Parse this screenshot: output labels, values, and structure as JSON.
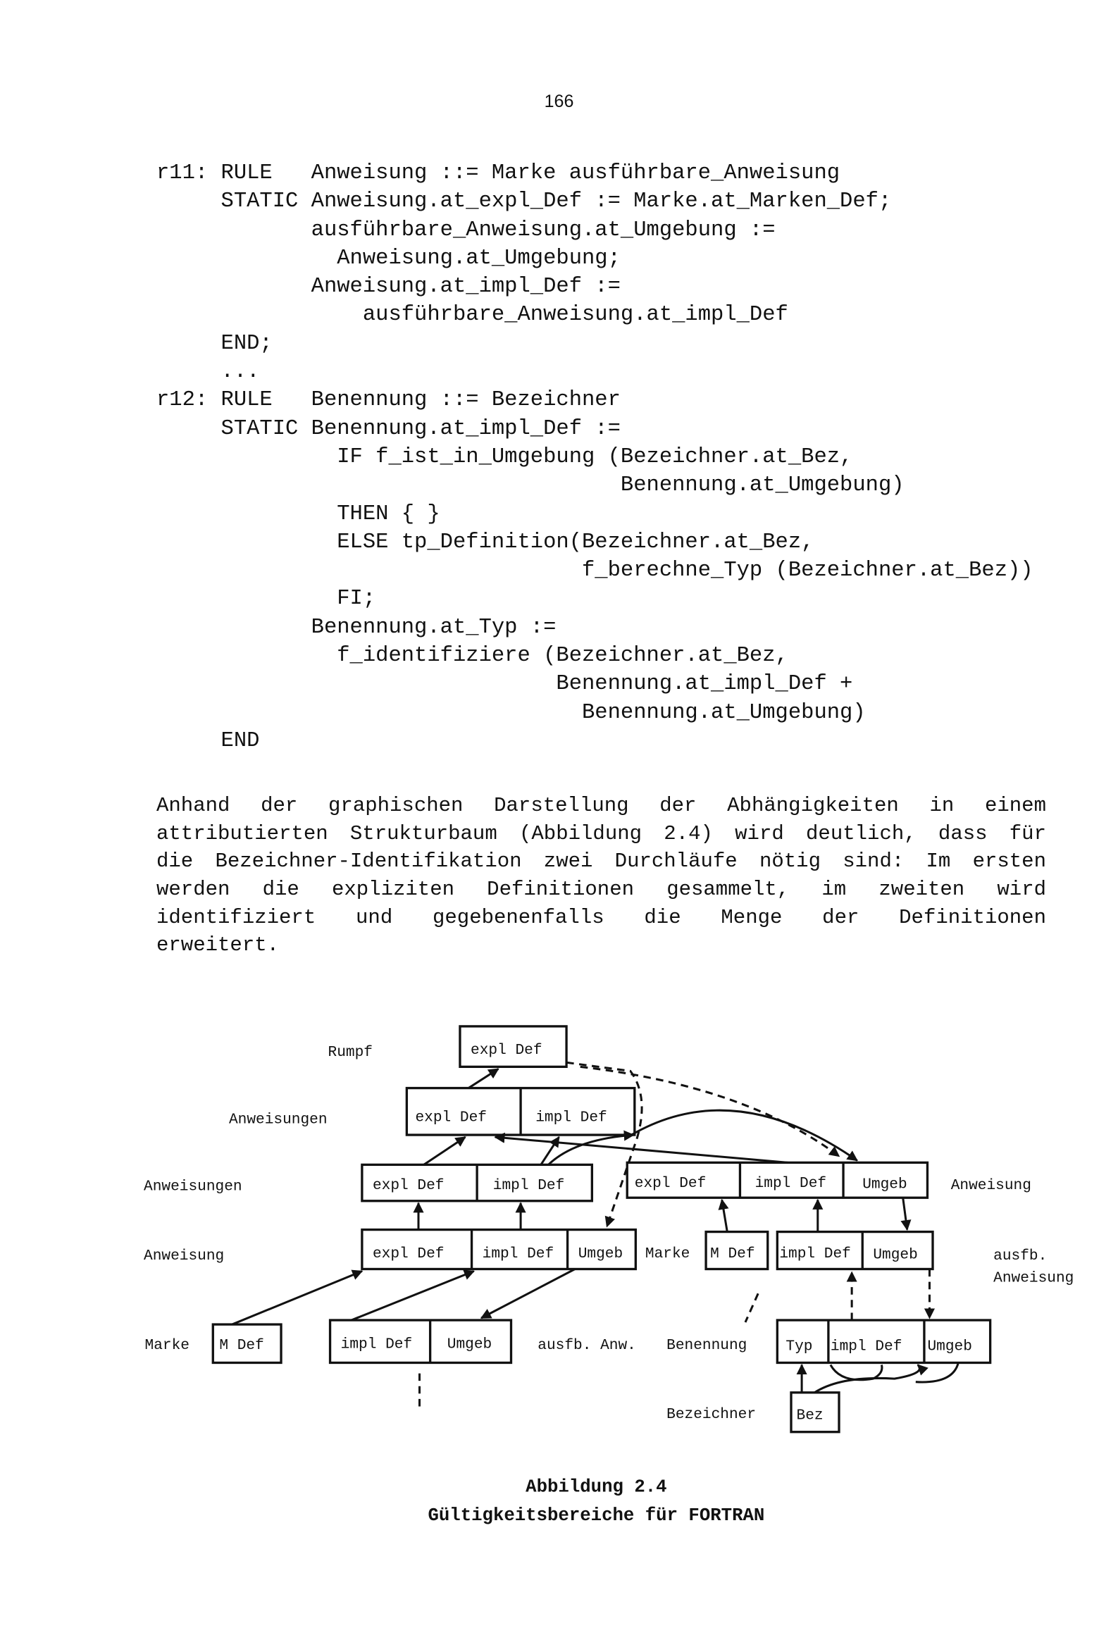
{
  "page_number": "166",
  "code_lines": [
    "r11: RULE   Anweisung ::= Marke ausführbare_Anweisung",
    "     STATIC Anweisung.at_expl_Def := Marke.at_Marken_Def;",
    "            ausführbare_Anweisung.at_Umgebung :=",
    "              Anweisung.at_Umgebung;",
    "            Anweisung.at_impl_Def :=",
    "                ausführbare_Anweisung.at_impl_Def",
    "     END;",
    "     ...",
    "r12: RULE   Benennung ::= Bezeichner",
    "     STATIC Benennung.at_impl_Def :=",
    "              IF f_ist_in_Umgebung (Bezeichner.at_Bez,",
    "                                    Benennung.at_Umgebung)",
    "              THEN { }",
    "              ELSE tp_Definition(Bezeichner.at_Bez,",
    "                                 f_berechne_Typ (Bezeichner.at_Bez))",
    "              FI;",
    "            Benennung.at_Typ :=",
    "              f_identifiziere (Bezeichner.at_Bez,",
    "                               Benennung.at_impl_Def +",
    "                                 Benennung.at_Umgebung)",
    "     END"
  ],
  "paragraph_lines": [
    "Anhand der graphischen Darstellung der Abhängigkeiten in einem",
    "attributierten Strukturbaum (Abbildung 2.4) wird deutlich, dass für",
    "die Bezeichner-Identifikation zwei Durchläufe nötig sind: Im ersten",
    "werden die expliziten Definitionen gesammelt, im zweiten wird",
    "identifiziert und gegebenenfalls die Menge der Definitionen",
    "erweitert."
  ],
  "diagram": {
    "labels": {
      "rumpf": "Rumpf",
      "anweisungen_1": "Anweisungen",
      "anweisungen_2": "Anweisungen",
      "anweisung_right": "Anweisung",
      "anweisung_left": "Anweisung",
      "marke_mid": "Marke",
      "ausfb_1": "ausfb.",
      "ausfb_2": "Anweisung",
      "marke_low": "Marke",
      "ausfb_anw": "ausfb. Anw.",
      "benennung": "Benennung",
      "bezeichner": "Bezeichner"
    },
    "cells": {
      "rumpf_expl": "expl Def",
      "anw1_expl": "expl Def",
      "anw1_impl": "impl Def",
      "anw2_expl": "expl Def",
      "anw2_impl": "impl Def",
      "anwR_expl": "expl Def",
      "anwR_impl": "impl Def",
      "anwR_umgeb": "Umgeb",
      "anwL_expl": "expl Def",
      "anwL_impl": "impl Def",
      "anwL_umgeb": "Umgeb",
      "marke_mid_mdef": "M Def",
      "ausfb_impl": "impl Def",
      "ausfb_umgeb": "Umgeb",
      "marke_low_mdef": "M Def",
      "ausfb_low_impl": "impl Def",
      "ausfb_low_umgeb": "Umgeb",
      "ben_typ": "Typ",
      "ben_impl": "impl Def",
      "ben_umgeb": "Umgeb",
      "bez": "Bez"
    },
    "caption_1": "Abbildung 2.4",
    "caption_2": "Gültigkeitsbereiche für FORTRAN"
  }
}
